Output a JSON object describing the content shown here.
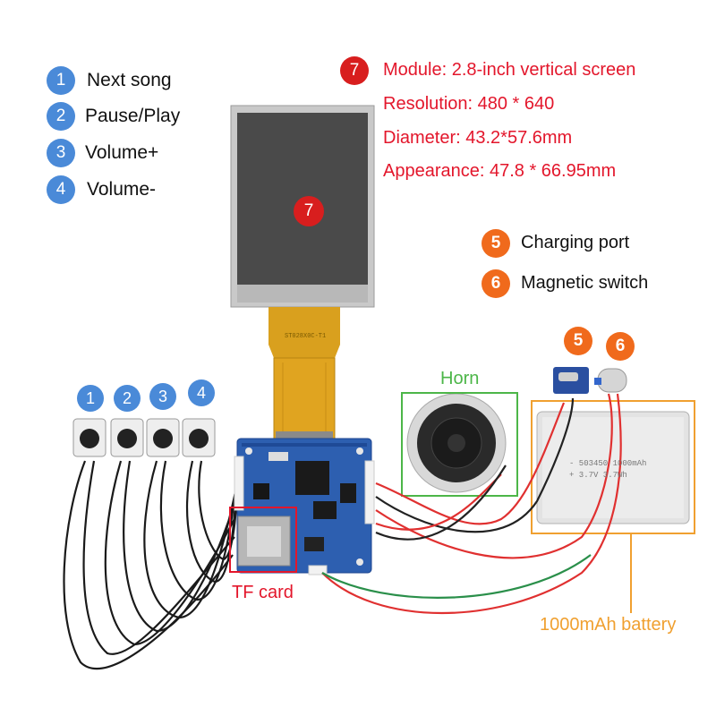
{
  "legend": {
    "items": [
      {
        "num": "1",
        "label": "Next song"
      },
      {
        "num": "2",
        "label": "Pause/Play"
      },
      {
        "num": "3",
        "label": "Volume+"
      },
      {
        "num": "4",
        "label": "Volume-"
      }
    ],
    "color": "#4a8ad8"
  },
  "module": {
    "num": "7",
    "lines": [
      "Module: 2.8-inch vertical screen",
      "Resolution: 480 * 640",
      "Diameter: 43.2*57.6mm",
      "Appearance: 47.8 * 66.95mm"
    ],
    "color": "#e3162b"
  },
  "ports": [
    {
      "num": "5",
      "label": "Charging port"
    },
    {
      "num": "6",
      "label": "Magnetic switch"
    }
  ],
  "screen_marker": "7",
  "buttons": [
    "1",
    "2",
    "3",
    "4"
  ],
  "port_markers": [
    "5",
    "6"
  ],
  "labels": {
    "horn": "Horn",
    "tf_card": "TF card",
    "battery": "1000mAh battery"
  },
  "battery_print": [
    "- 503450 1000mAh",
    "+ 3.7V 3.7Wh"
  ],
  "fpc_print": "ST028X0C-T1",
  "colors": {
    "horn": "#4cb648",
    "tf": "#e3162b",
    "battery": "#f0a030",
    "pcb": "#2d5fb0",
    "port_marker": "#f06a1c"
  }
}
